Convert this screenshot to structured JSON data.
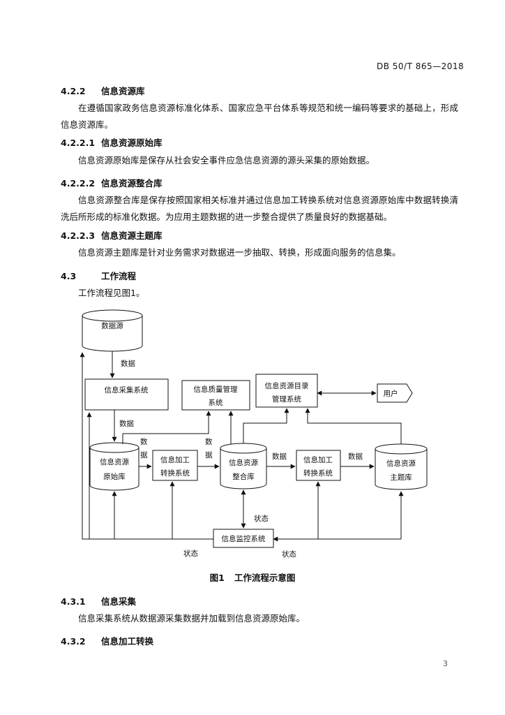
{
  "header": {
    "doc_code": "DB 50/T 865—2018"
  },
  "sections": {
    "s422": {
      "num": "4.2.2",
      "title": "信息资源库",
      "text": "在遵循国家政务信息资源标准化体系、国家应急平台体系等规范和统一编码等要求的基础上，形成信息资源库。"
    },
    "s4221": {
      "num": "4.2.2.1",
      "title": "信息资源原始库",
      "text": "信息资源原始库是保存从社会安全事件应急信息资源的源头采集的原始数据。"
    },
    "s4222": {
      "num": "4.2.2.2",
      "title": "信息资源整合库",
      "text": "信息资源整合库是保存按照国家相关标准并通过信息加工转换系统对信息资源原始库中数据转换清洗后所形成的标准化数据。为应用主题数据的进一步整合提供了质量良好的数据基础。"
    },
    "s4223": {
      "num": "4.2.2.3",
      "title": "信息资源主题库",
      "text": "信息资源主题库是针对业务需求对数据进一步抽取、转换，形成面向服务的信息集。"
    },
    "s43": {
      "num": "4.3",
      "title": "工作流程",
      "text": "工作流程见图1。"
    },
    "s431": {
      "num": "4.3.1",
      "title": "信息采集",
      "text": "信息采集系统从数据源采集数据并加载到信息资源原始库。"
    },
    "s432": {
      "num": "4.3.2",
      "title": "信息加工转换"
    }
  },
  "diagram": {
    "data_source": "数据源",
    "collection_system": "信息采集系统",
    "quality_system_l1": "信息质量管理",
    "quality_system_l2": "系统",
    "catalog_system_l1": "信息资源目录",
    "catalog_system_l2": "管理系统",
    "user": "用户",
    "raw_db_l1": "信息资源",
    "raw_db_l2": "原始库",
    "process1_l1": "信息加工",
    "process1_l2": "转换系统",
    "integrated_db_l1": "信息资源",
    "integrated_db_l2": "整合库",
    "process2_l1": "信息加工",
    "process2_l2": "转换系统",
    "topic_db_l1": "信息资源",
    "topic_db_l2": "主题库",
    "monitor_system": "信息监控系统",
    "label_data": "数据",
    "label_data_v1": "数",
    "label_data_v2": "据",
    "label_status": "状态"
  },
  "figure": {
    "number": "图1",
    "title": "工作流程示意图"
  },
  "footer": {
    "page": "3"
  }
}
